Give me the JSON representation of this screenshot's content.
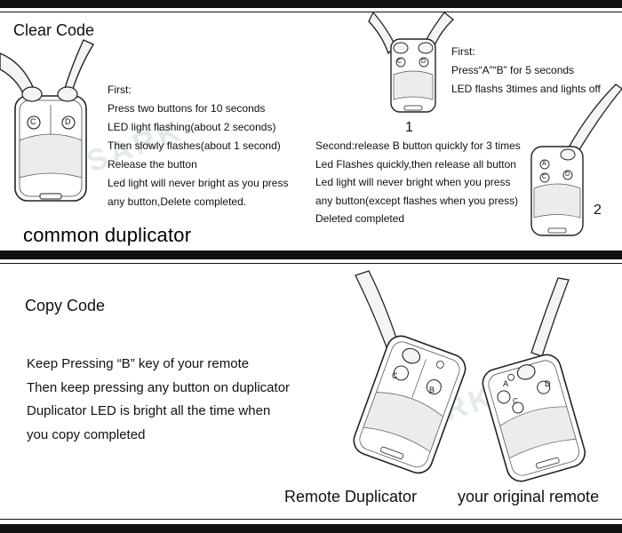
{
  "clear_section": {
    "title": "Clear Code",
    "common_label": "common duplicator",
    "left_steps": [
      "First:",
      "Press two buttons for 10 seconds",
      "LED light flashing(about 2 seconds)",
      "Then slowly flashes(about 1 second)",
      "Release the button",
      "Led light will never bright as you press",
      "any button,Delete completed."
    ],
    "right_first": [
      "First:",
      "Press“A”“B” for 5 seconds",
      "LED flashs 3times and lights off"
    ],
    "right_second": [
      "Second:release B button quickly for 3 times",
      "Led Flashes quickly,then release all button",
      "Led light will never bright when you press",
      "any button(except flashes when you press)",
      "Deleted completed"
    ],
    "step1": "1",
    "step2": "2"
  },
  "copy_section": {
    "title": "Copy Code",
    "steps": [
      "Keep Pressing “B” key of your remote",
      "Then keep pressing any button on duplicator",
      "Duplicator LED is bright all the time when",
      "you copy completed"
    ],
    "caption_duplicator": "Remote Duplicator",
    "caption_original": "your original remote"
  },
  "buttons": {
    "c": "C",
    "d": "D",
    "a": "A",
    "b": "B"
  },
  "watermark": "SSARK",
  "colors": {
    "bars": "#111111",
    "remote_fill": "#ececec",
    "watermark": "#c9ded0"
  }
}
